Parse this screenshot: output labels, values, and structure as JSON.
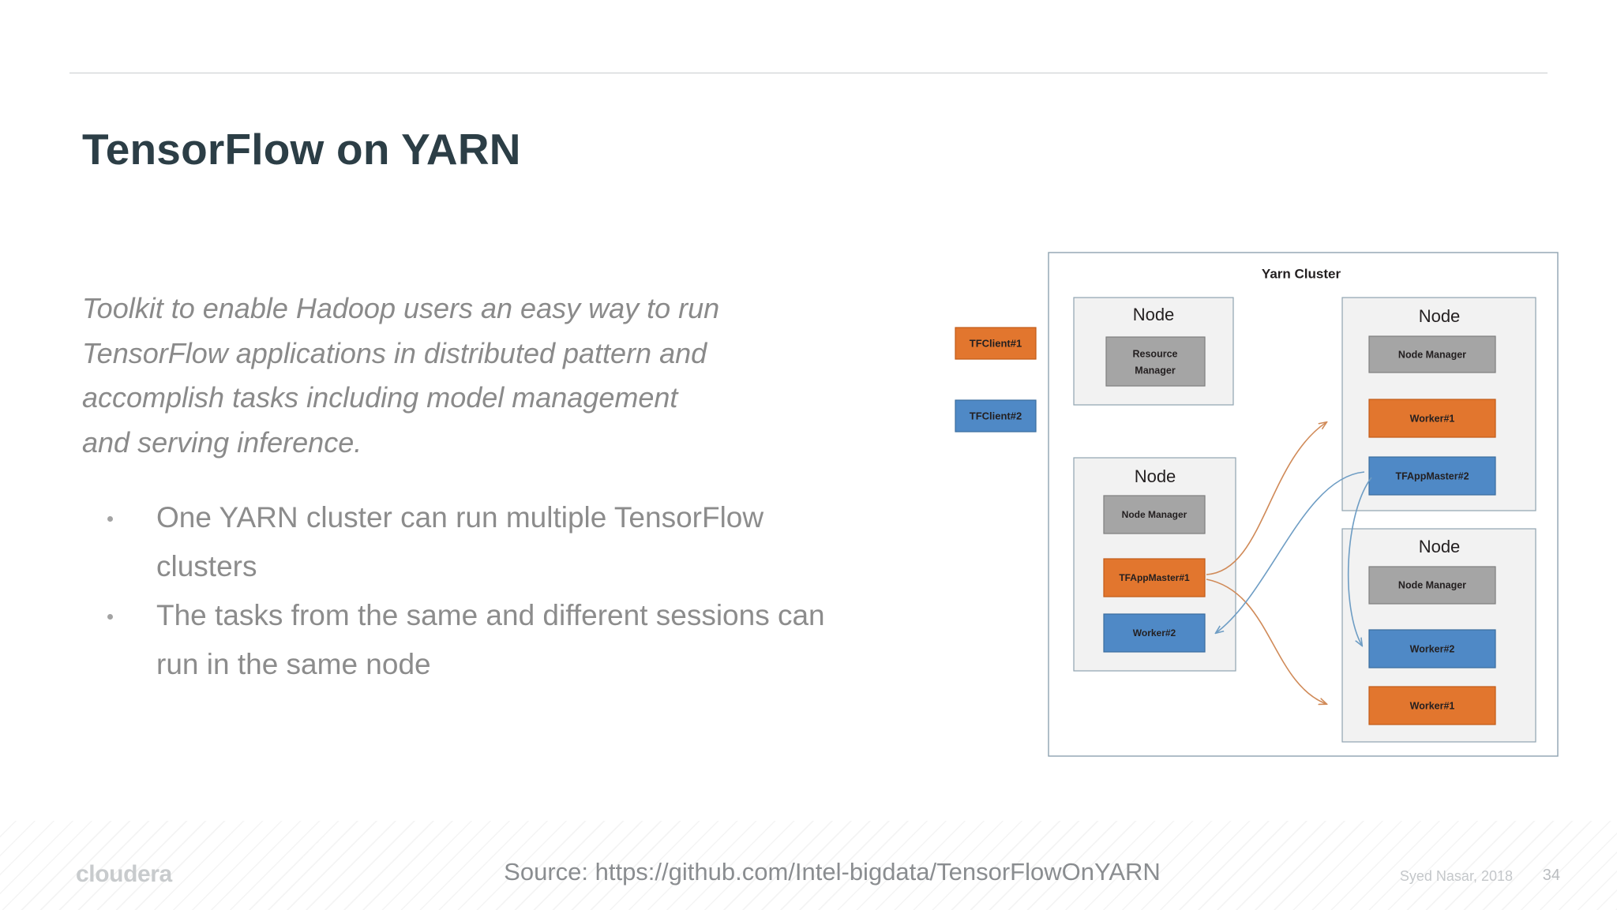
{
  "slide": {
    "title": "TensorFlow  on YARN",
    "lede": "Toolkit to enable Hadoop users an easy way to run TensorFlow applications in distributed pattern and accomplish tasks including model management and serving inference.",
    "bullets": [
      "One YARN cluster can run multiple TensorFlow clusters",
      "The tasks from the same and different sessions can run in the same node"
    ]
  },
  "diagram": {
    "cluster_title": "Yarn Cluster",
    "clients": [
      {
        "label": "TFClient#1",
        "color": "#e2762e"
      },
      {
        "label": "TFClient#2",
        "color": "#4f89c6"
      }
    ],
    "nodes": [
      {
        "title": "Node",
        "boxes": [
          {
            "label": "Resource Manager",
            "color": "#a5a5a5",
            "lines": [
              "Resource",
              "Manager"
            ]
          }
        ]
      },
      {
        "title": "Node",
        "boxes": [
          {
            "label": "Node Manager",
            "color": "#a5a5a5"
          },
          {
            "label": "Worker#1",
            "color": "#e2762e"
          },
          {
            "label": "TFAppMaster#2",
            "color": "#4f89c6"
          }
        ]
      },
      {
        "title": "Node",
        "boxes": [
          {
            "label": "Node Manager",
            "color": "#a5a5a5"
          },
          {
            "label": "TFAppMaster#1",
            "color": "#e2762e"
          },
          {
            "label": "Worker#2",
            "color": "#4f89c6"
          }
        ]
      },
      {
        "title": "Node",
        "boxes": [
          {
            "label": "Node Manager",
            "color": "#a5a5a5"
          },
          {
            "label": "Worker#2",
            "color": "#4f89c6"
          },
          {
            "label": "Worker#1",
            "color": "#e2762e"
          }
        ]
      }
    ],
    "connector_colors": {
      "orange": "#d08a58",
      "blue": "#6e9dc4"
    }
  },
  "footer": {
    "logo": "cloudera",
    "source": "Source: https://github.com/Intel-bigdata/TensorFlowOnYARN",
    "credit": "Syed Nasar, 2018",
    "page": "34"
  }
}
